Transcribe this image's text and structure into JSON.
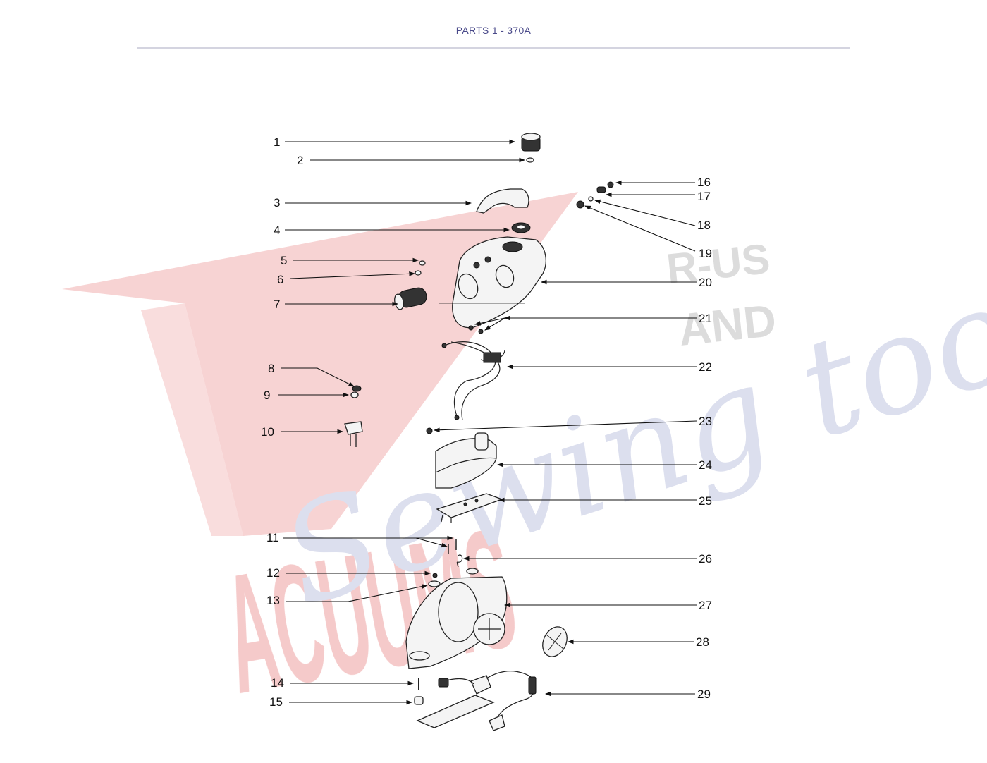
{
  "header": {
    "title": "PARTS 1 - 370A"
  },
  "watermark": {
    "line1": "ACUUMS",
    "line2": "R-US",
    "line3": "AND",
    "script": "Sewing too"
  },
  "callouts": {
    "c1": "1",
    "c2": "2",
    "c3": "3",
    "c4": "4",
    "c5": "5",
    "c6": "6",
    "c7": "7",
    "c8": "8",
    "c9": "9",
    "c10": "10",
    "c11": "11",
    "c12": "12",
    "c13": "13",
    "c14": "14",
    "c15": "15",
    "c16": "16",
    "c17": "17",
    "c18": "18",
    "c19": "19",
    "c20": "20",
    "c21": "21",
    "c22": "22",
    "c23": "23",
    "c24": "24",
    "c25": "25",
    "c26": "26",
    "c27": "27",
    "c28": "28",
    "c29": "29"
  },
  "colors": {
    "watermark_red": "#f6c8c8",
    "watermark_blue": "#d8dcec",
    "watermark_gray": "#d4d4d4",
    "header_text": "#4a4a8a"
  }
}
